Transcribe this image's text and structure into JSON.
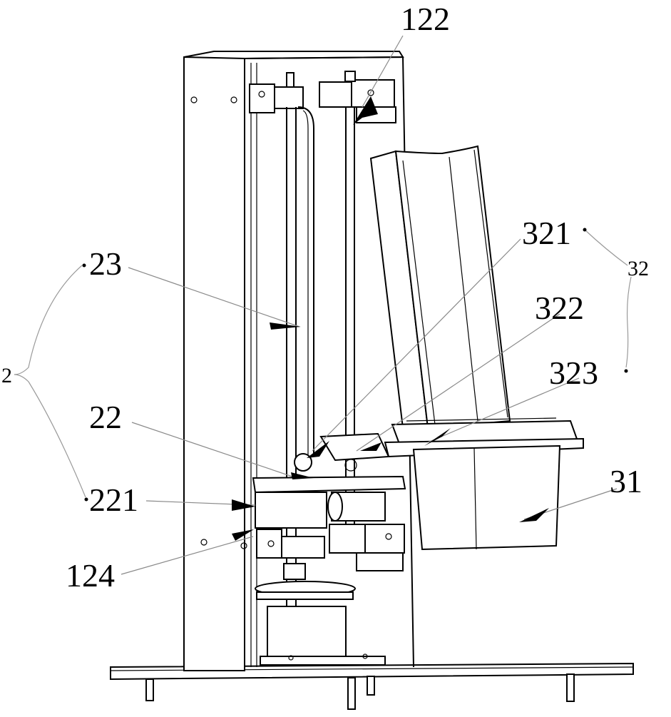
{
  "figure": {
    "labels": {
      "l122": "122",
      "l321": "321",
      "l32": "32",
      "l23": "23",
      "l322": "322",
      "l2": "2",
      "l323": "323",
      "l22": "22",
      "l31": "31",
      "l221": "221",
      "l124": "124"
    }
  }
}
